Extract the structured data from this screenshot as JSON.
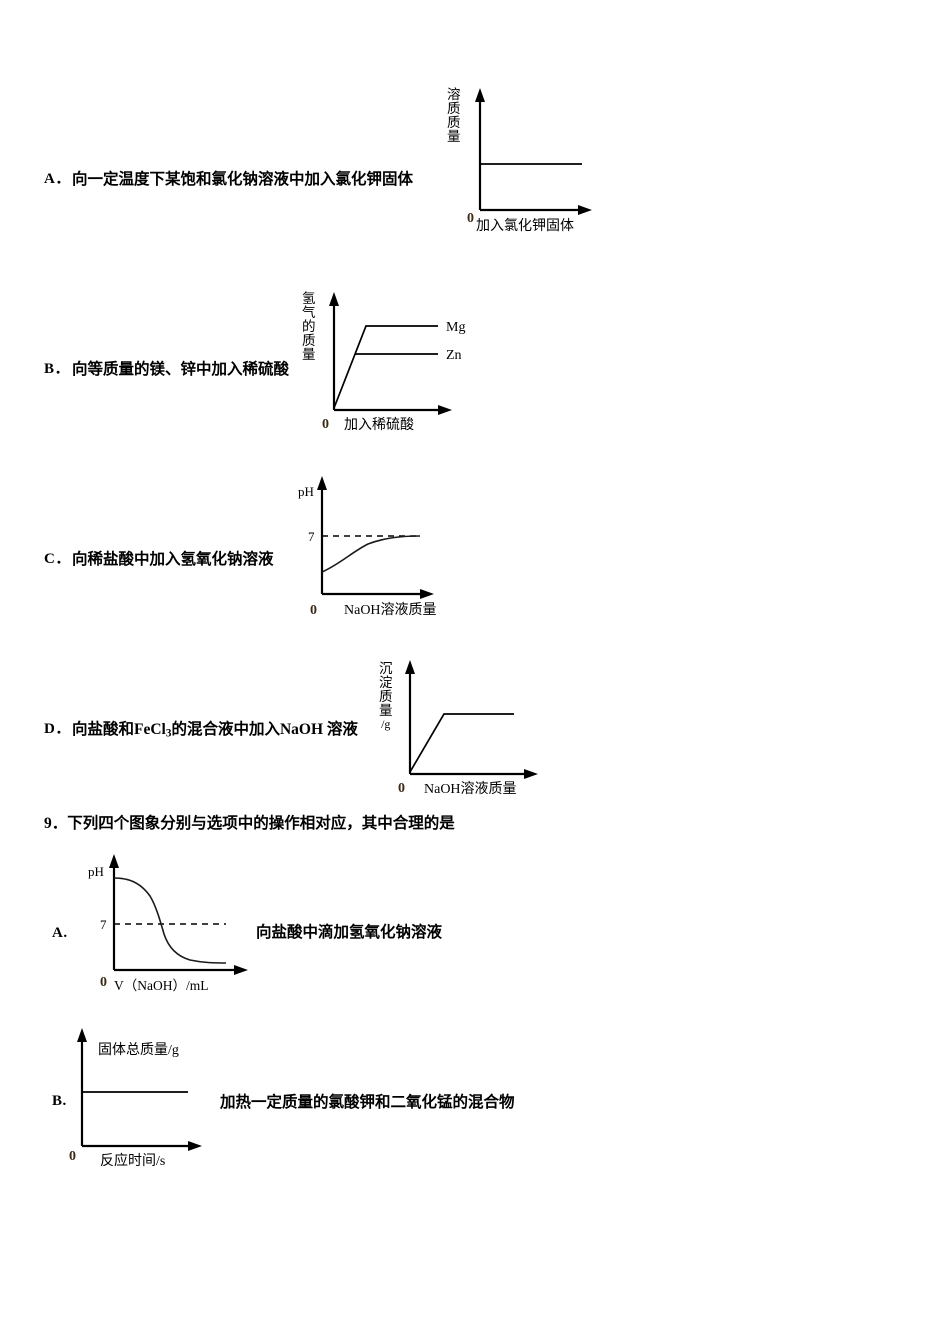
{
  "document": {
    "question_heading": "9．下列四个图象分别与选项中的操作相对应，其中合理的是"
  },
  "block_one": {
    "options": [
      {
        "label": "A．",
        "text": "向一定温度下某饱和氯化钠溶液中加入氯化钾固体",
        "chart": {
          "type": "line",
          "y_axis_title_chars": [
            "溶",
            "质",
            "质",
            "量"
          ],
          "y_axis_title": "溶质质量",
          "x_axis_title": "加入氯化钾固体",
          "origin_label": "0",
          "description": "horizontal flat line at constant height from y-axis",
          "series": [
            {
              "name": "溶质质量",
              "points": [
                [
                  0,
                  55
                ],
                [
                  100,
                  55
                ]
              ]
            }
          ],
          "ylim": [
            0,
            100
          ],
          "xlim": [
            0,
            100
          ],
          "grid": false
        }
      },
      {
        "label": "B．",
        "text": "向等质量的镁、锌中加入稀硫酸",
        "chart": {
          "type": "line",
          "y_axis_title_chars": [
            "氢",
            "气",
            "的",
            "质",
            "量"
          ],
          "y_axis_title": "氢气的质量",
          "x_axis_title": "加入稀硫酸",
          "origin_label": "0",
          "description": "one rising line from origin; Mg plateaus high, Zn plateaus lower",
          "series": [
            {
              "name": "Mg",
              "label": "Mg",
              "points": [
                [
                  0,
                  0
                ],
                [
                  25,
                  78
                ],
                [
                  100,
                  78
                ]
              ]
            },
            {
              "name": "Zn",
              "label": "Zn",
              "points": [
                [
                  0,
                  0
                ],
                [
                  17,
                  52
                ],
                [
                  100,
                  52
                ]
              ]
            }
          ],
          "ylim": [
            0,
            100
          ],
          "xlim": [
            0,
            100
          ],
          "grid": false
        }
      },
      {
        "label": "C．",
        "text": "向稀盐酸中加入氢氧化钠溶液",
        "chart": {
          "type": "line",
          "y_axis_title": "pH",
          "x_axis_title": "NaOH溶液质量",
          "origin_label": "0",
          "gridline_label": "7",
          "gridline_value": 7,
          "description": "curve rising from low pH asymptotically to pH 7, dashed reference line at 7",
          "series": [
            {
              "name": "pH",
              "points": [
                [
                  0,
                  18
                ],
                [
                  15,
                  36
                ],
                [
                  35,
                  52
                ],
                [
                  55,
                  62
                ],
                [
                  75,
                  66
                ],
                [
                  100,
                  67
                ]
              ]
            }
          ],
          "ylim": [
            0,
            100
          ],
          "xlim": [
            0,
            100
          ],
          "grid": false
        }
      },
      {
        "label": "D．",
        "text_html": "向盐酸和FeCl<sub>3</sub>的混合液中加入NaOH 溶液",
        "text": "向盐酸和FeCl3的混合液中加入NaOH 溶液",
        "chart": {
          "type": "line",
          "y_axis_title_chars": [
            "沉",
            "淀",
            "质",
            "量"
          ],
          "y_axis_title": "沉淀质量/g",
          "y_axis_unit": "/g",
          "x_axis_title": "NaOH溶液质量",
          "origin_label": "0",
          "description": "precipitate rises from origin then plateaus",
          "series": [
            {
              "name": "沉淀质量",
              "points": [
                [
                  0,
                  0
                ],
                [
                  30,
                  62
                ],
                [
                  100,
                  62
                ]
              ]
            }
          ],
          "ylim": [
            0,
            100
          ],
          "xlim": [
            0,
            100
          ],
          "grid": false
        }
      }
    ]
  },
  "block_nine": {
    "options": [
      {
        "label": "A.",
        "text": "向盐酸中滴加氢氧化钠溶液",
        "chart": {
          "type": "line",
          "y_axis_title": "pH",
          "x_axis_title": "V（NaOH）/mL",
          "origin_label": "0",
          "gridline_label": "7",
          "gridline_value": 7,
          "description": "descending sigmoid from high pH through pH 7 to low pH",
          "series": [
            {
              "name": "pH",
              "points": [
                [
                  0,
                  86
                ],
                [
                  15,
                  84
                ],
                [
                  28,
                  78
                ],
                [
                  38,
                  60
                ],
                [
                  44,
                  40
                ],
                [
                  52,
                  24
                ],
                [
                  62,
                  16
                ],
                [
                  80,
                  13
                ],
                [
                  100,
                  12
                ]
              ]
            }
          ],
          "ylim": [
            0,
            100
          ],
          "xlim": [
            0,
            100
          ],
          "grid": false
        }
      },
      {
        "label": "B.",
        "text": "加热一定质量的氯酸钾和二氧化锰的混合物",
        "chart": {
          "type": "line",
          "y_axis_title": "固体总质量/g",
          "y_axis_unit": "/g",
          "x_axis_title": "反应时间/s",
          "origin_label": "0",
          "description": "flat horizontal line of constant total solid mass",
          "series": [
            {
              "name": "固体总质量",
              "points": [
                [
                  0,
                  60
                ],
                [
                  100,
                  60
                ]
              ]
            }
          ],
          "ylim": [
            0,
            100
          ],
          "xlim": [
            0,
            100
          ],
          "grid": false
        }
      }
    ]
  }
}
